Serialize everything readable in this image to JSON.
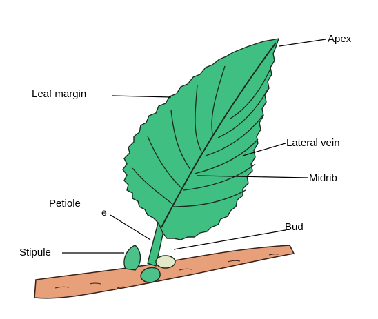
{
  "labels": {
    "apex": "Apex",
    "leaf_margin": "Leaf margin",
    "lateral_vein": "Lateral vein",
    "midrib": "Midrib",
    "petiole": "Petiole",
    "petiole_fragment": "e",
    "bud": "Bud",
    "stipule": "Stipule"
  },
  "colors": {
    "leaf_fill": "#3fbf82",
    "leaf_outline": "#1c2a20",
    "twig_fill": "#e8a07a",
    "twig_outline": "#3a2218",
    "bud_fill": "#e2e8c8",
    "stipule_fill": "#4cc28a",
    "frame": "#000000",
    "line": "#000000"
  }
}
